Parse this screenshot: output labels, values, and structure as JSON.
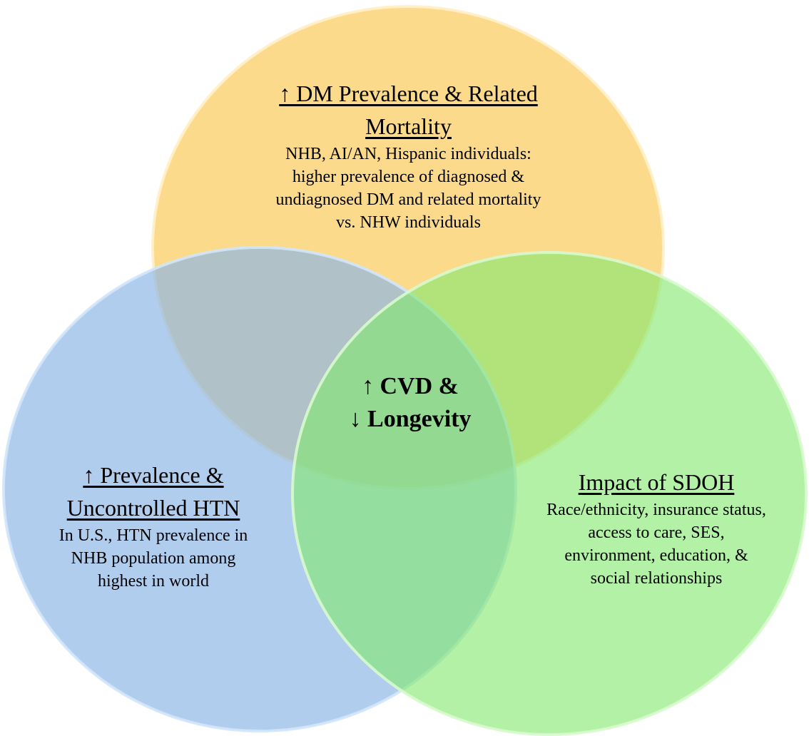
{
  "colors": {
    "dm": "#fcd888",
    "htn": "#a8c8ea",
    "sdoh": "#a8f09e"
  },
  "circles": {
    "dm": {
      "title_line1": "↑ DM Prevalence & Related",
      "title_line2": "Mortality",
      "body": [
        "NHB, AI/AN, Hispanic individuals:",
        "higher prevalence of diagnosed &",
        "undiagnosed DM and related mortality",
        "vs. NHW individuals"
      ]
    },
    "htn": {
      "title_line1": "↑ Prevalence &",
      "title_line2": "Uncontrolled HTN",
      "body": [
        "In U.S., HTN prevalence in",
        "NHB population among",
        "highest in world"
      ]
    },
    "sdoh": {
      "title_line1": "Impact of SDOH",
      "body": [
        "Race/ethnicity, insurance status,",
        "access to care, SES,",
        "environment, education, &",
        "social relationships"
      ]
    }
  },
  "center": {
    "line1": "↑ CVD &",
    "line2": "↓ Longevity"
  }
}
